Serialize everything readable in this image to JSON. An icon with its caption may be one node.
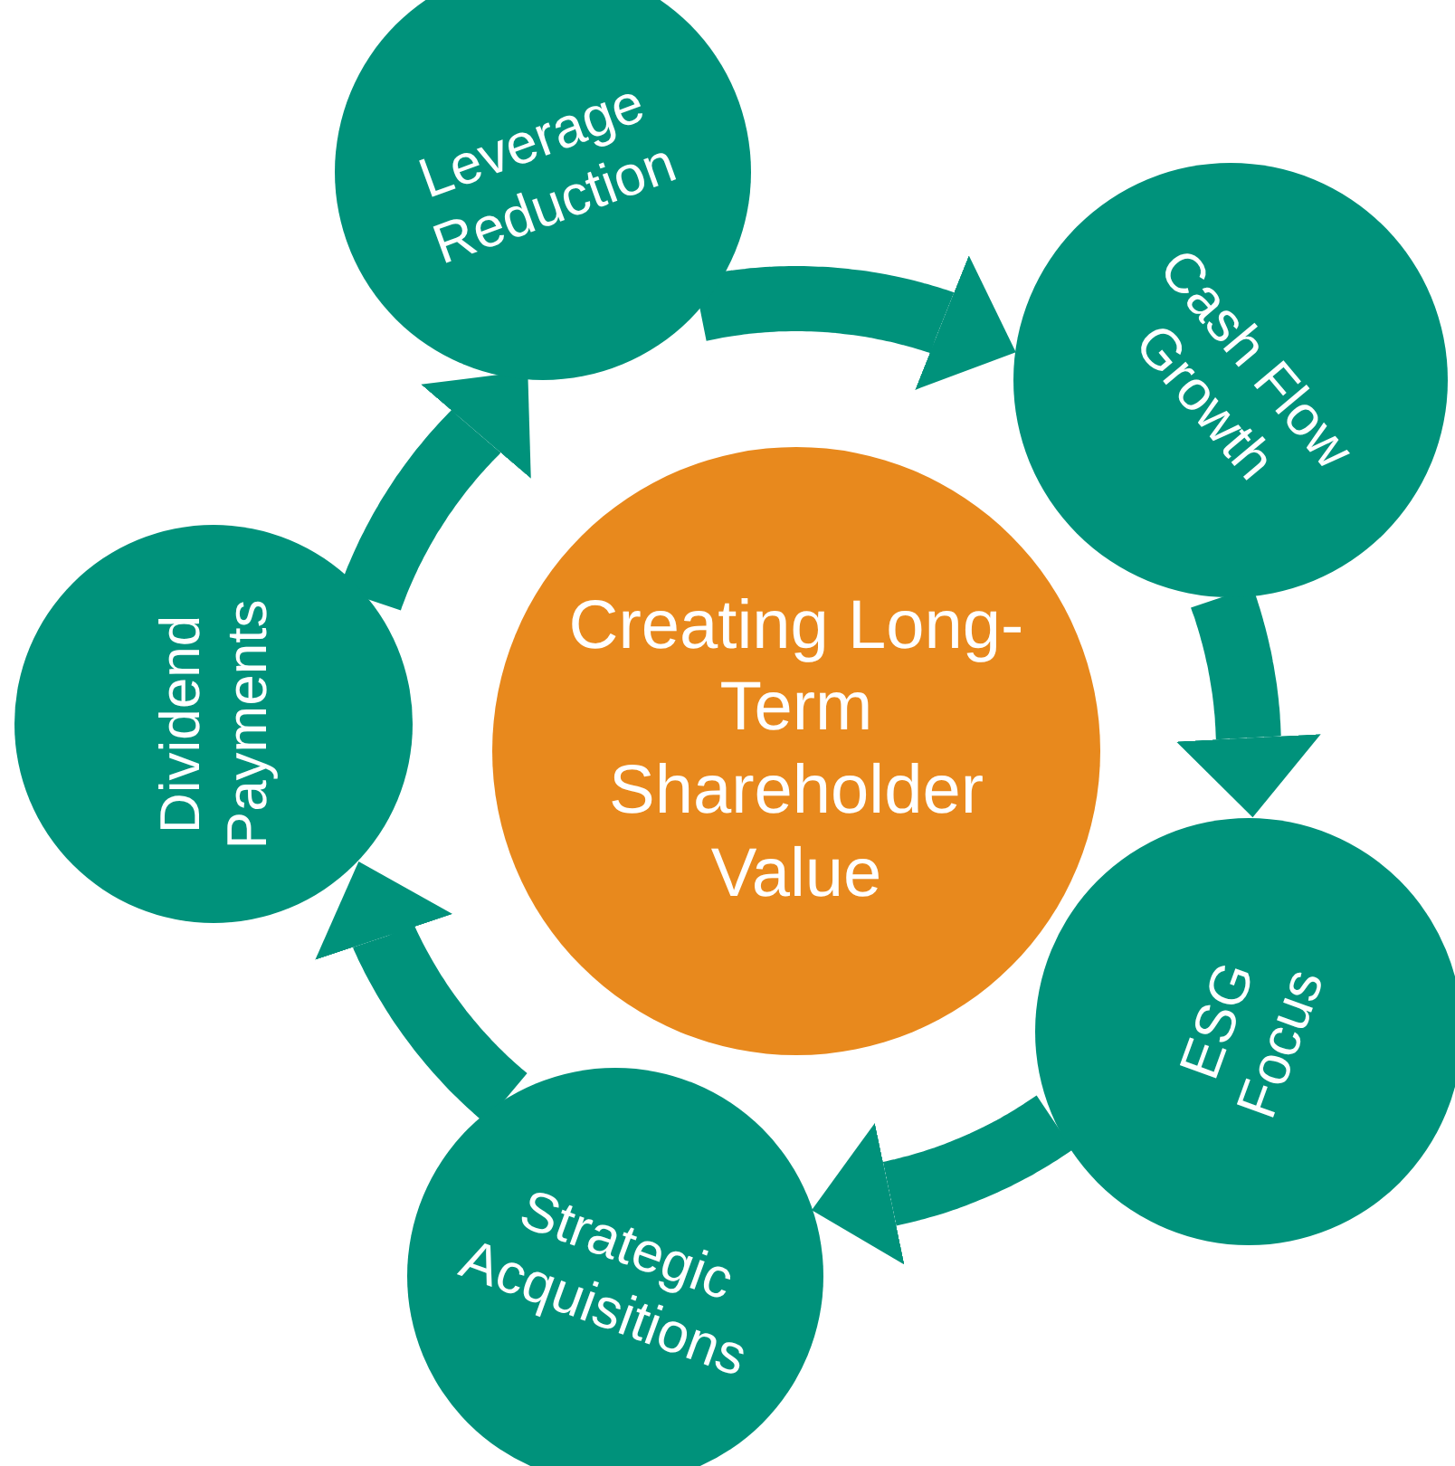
{
  "diagram": {
    "nodes": [
      {
        "text": [
          "Creating Long-Term Shareholder Value"
        ]
      },
      {
        "text": [
          "Leverage Reduction"
        ]
      },
      {
        "text": [
          "Cash Flow Growth"
        ]
      },
      {
        "text": [
          "ESG Focus"
        ]
      },
      {
        "text": [
          "Strategic Acquisitions"
        ]
      },
      {
        "text": [
          "Dividend Payments"
        ]
      }
    ],
    "edges": [
      {
        "from": 1,
        "to": 2,
        "arrow": "to"
      },
      {
        "from": 2,
        "to": 3,
        "arrow": "to"
      },
      {
        "from": 3,
        "to": 4,
        "arrow": "to"
      },
      {
        "from": 4,
        "to": 5,
        "arrow": "to"
      },
      {
        "from": 5,
        "to": 1,
        "arrow": "to"
      }
    ]
  }
}
